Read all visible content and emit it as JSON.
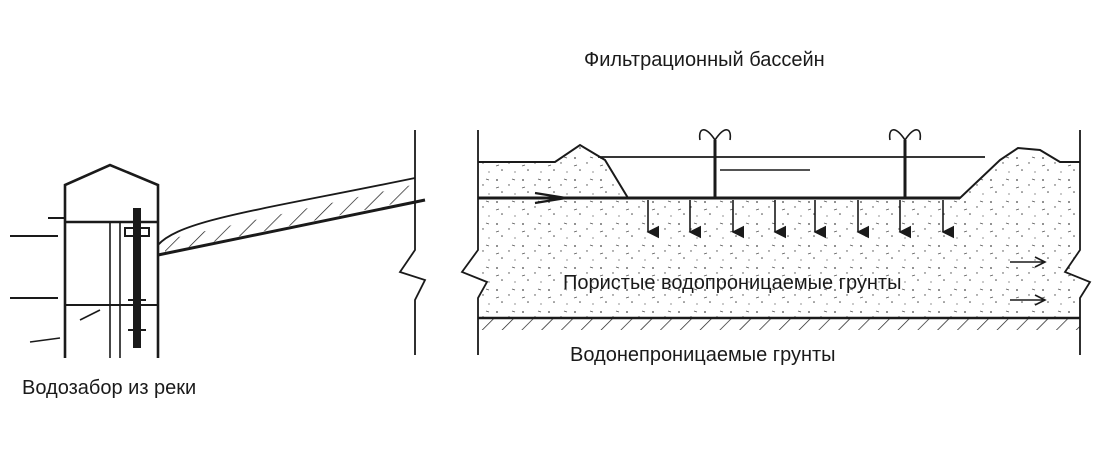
{
  "labels": {
    "pool_title": "Фильтрационный бассейн",
    "porous_soils": "Пористые водопроницаемые грунты",
    "impermeable_soils": "Водонепроницаемые грунты",
    "river_intake": "Водозабор из реки"
  },
  "colors": {
    "line": "#1a1a1a",
    "background": "#ffffff"
  }
}
